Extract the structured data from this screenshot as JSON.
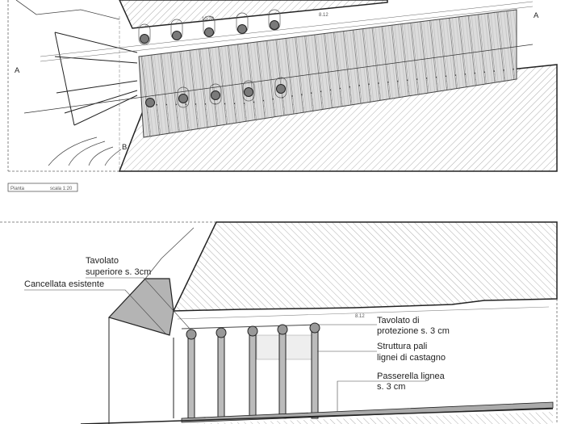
{
  "plan": {
    "section_marker_a": "A",
    "section_marker_b": "B",
    "dimensions": [
      "10.28",
      "8.12"
    ],
    "title": "Pianta",
    "scale": "scala 1:20"
  },
  "section": {
    "dimension": "8.12",
    "labels": {
      "tavolato_superiore": [
        "Tavolato",
        "superiore s. 3cm"
      ],
      "cancellata": "Cancellata esistente",
      "tavolato_protezione": [
        "Tavolato di",
        "protezione s. 3 cm"
      ],
      "struttura": [
        "Struttura pali",
        "lignei di castagno"
      ],
      "passerella": [
        "Passerella lignea",
        "s. 3 cm"
      ]
    }
  },
  "colors": {
    "line": "#222222",
    "hatch": "#9a9a9a",
    "pile": "#7a7a7a",
    "plank": "#d4d4d4"
  }
}
